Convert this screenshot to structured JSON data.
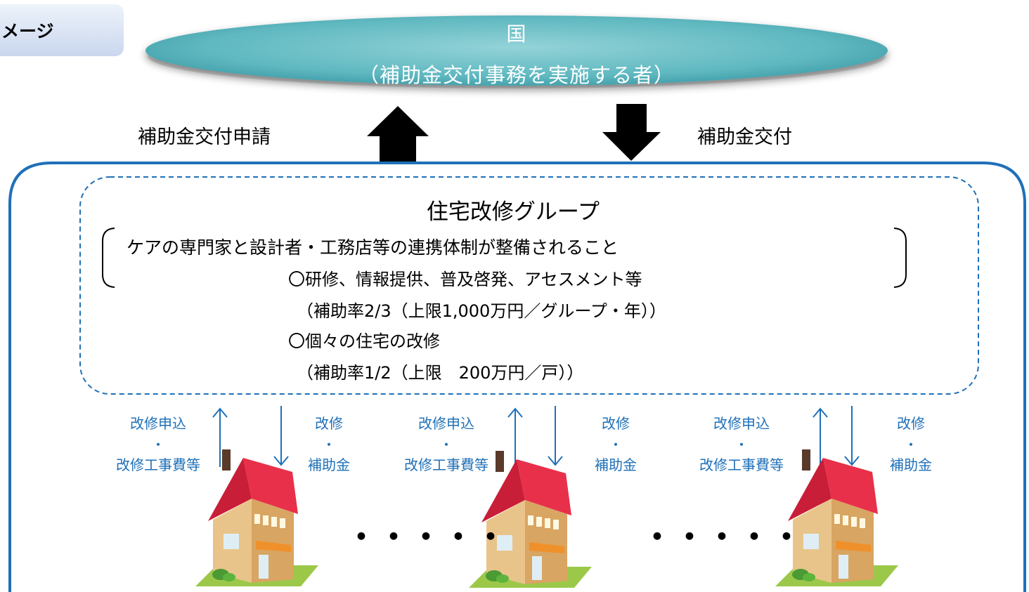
{
  "header": {
    "tab_label": "メージ"
  },
  "government": {
    "title": "国",
    "subtitle": "（補助金交付事務を実施する者）"
  },
  "flows": {
    "up_label": "補助金交付申請",
    "down_label": "補助金交付"
  },
  "group": {
    "title": "住宅改修グループ",
    "requirement": "ケアの専門家と設計者・工務店等の連携体制が整備されること",
    "items": [
      {
        "label": "〇研修、情報提供、普及啓発、アセスメント等",
        "rate": "（補助率2/3（上限1,000万円／グループ・年））"
      },
      {
        "label": "〇個々の住宅の改修",
        "rate": "（補助率1/2（上限　200万円／戸））"
      }
    ]
  },
  "house_links": [
    {
      "apply_top": "改修申込",
      "dot": "・",
      "apply_bottom": "改修工事費等",
      "receive_top": "改修",
      "receive_bottom": "補助金"
    },
    {
      "apply_top": "改修申込",
      "dot": "・",
      "apply_bottom": "改修工事費等",
      "receive_top": "改修",
      "receive_bottom": "補助金"
    },
    {
      "apply_top": "改修申込",
      "dot": "・",
      "apply_bottom": "改修工事費等",
      "receive_top": "改修",
      "receive_bottom": "補助金"
    }
  ],
  "ellipsis": "・・・・・",
  "colors": {
    "accent_blue": "#1f70b8",
    "gov_fill": "#5fb8c0",
    "roof": "#e8304a"
  },
  "icons": [
    "house-icon",
    "up-arrow-icon",
    "down-arrow-icon"
  ]
}
